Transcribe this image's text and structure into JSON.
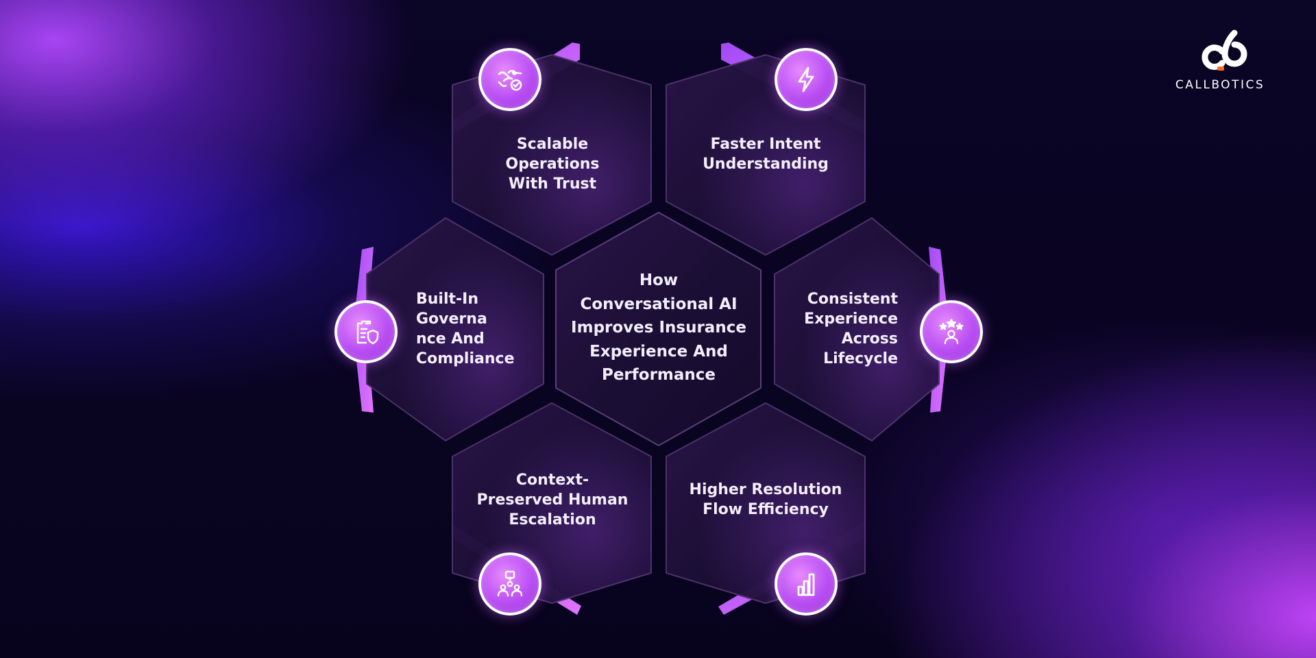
{
  "center": {
    "title": "How\nConversational AI\nImproves Insurance\nExperience And\nPerformance"
  },
  "items": [
    {
      "label": "Scalable\nOperations\nWith Trust",
      "icon": "handshake-check-icon"
    },
    {
      "label": "Faster Intent\nUnderstanding",
      "icon": "lightning-bolt-icon"
    },
    {
      "label": "Consistent\nExperience\nAcross\nLifecycle",
      "icon": "user-stars-icon"
    },
    {
      "label": "Higher Resolution\nFlow Efficiency",
      "icon": "bar-chart-icon"
    },
    {
      "label": "Context-\nPreserved Human\nEscalation",
      "icon": "team-chat-icon"
    },
    {
      "label": "Built-In\nGoverna\nnce And\nCompliance",
      "icon": "clipboard-shield-icon"
    }
  ],
  "logo": {
    "wordmark": "CALLBOTICS"
  },
  "colors": {
    "accent": "#c25cf5",
    "icon_fill": "#b84df2",
    "hex_fill": "#1e1238",
    "background": "#0a0420"
  }
}
